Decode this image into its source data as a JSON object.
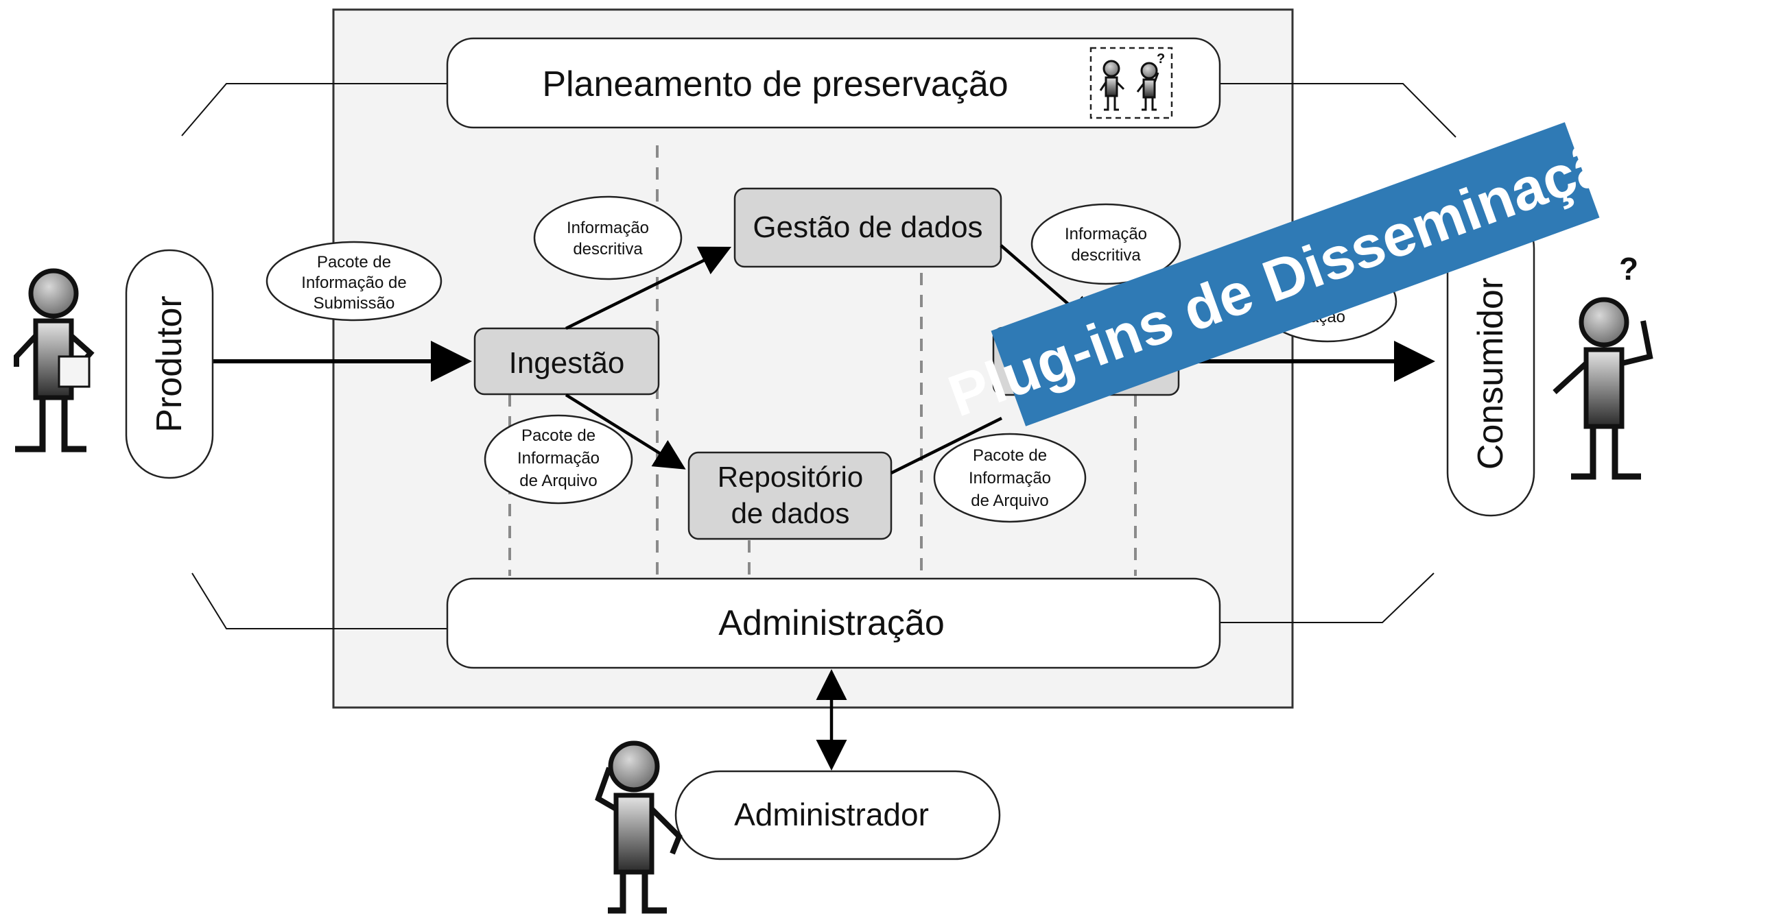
{
  "actors": {
    "producer": "Produtor",
    "consumer": "Consumidor",
    "administrator": "Administrador"
  },
  "entities": {
    "preservation_planning": "Planeamento de preservação",
    "data_management": "Gestão de dados",
    "ingest": "Ingestão",
    "archival_storage_line1": "Repositório",
    "archival_storage_line2": "de dados",
    "administration": "Administração"
  },
  "packages": {
    "sip": [
      "Pacote de",
      "Informação de",
      "Submissão"
    ],
    "descriptive_left": [
      "Informação",
      "descritiva"
    ],
    "descriptive_right": [
      "Informação",
      "descritiva"
    ],
    "aip_left": [
      "Pacote de",
      "Informação",
      "de Arquivo"
    ],
    "aip_right": [
      "Pacote de",
      "Informação",
      "de Arquivo"
    ],
    "partial_hidden": "ação"
  },
  "glyphs": {
    "question_mark": "?",
    "planning_icon_question": "?"
  },
  "banner": {
    "text": "Plug-ins de Disseminação",
    "color": "#2f7ab5"
  },
  "colors": {
    "panel": "#f3f3f3",
    "functional_box": "#d6d6d6",
    "dashed_lines": "#8a8a8a"
  }
}
